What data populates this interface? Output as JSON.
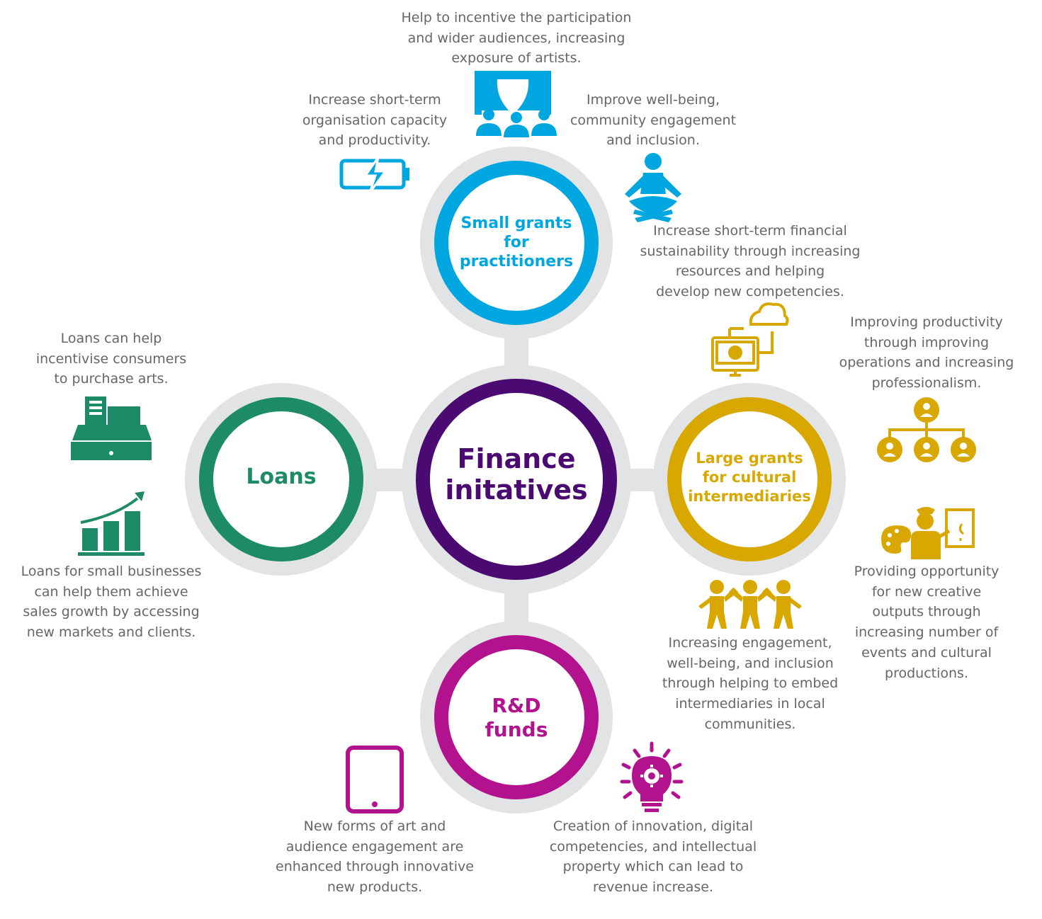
{
  "center": {
    "label": "Finance\ninitatives",
    "color": "#4a0a72"
  },
  "nodes": {
    "small_grants": {
      "label": "Small grants\nfor\npractitioners",
      "color": "#00a6e0"
    },
    "large_grants": {
      "label": "Large grants\nfor cultural\nintermediaries",
      "color": "#d9a800"
    },
    "loans": {
      "label": "Loans",
      "color": "#1d8a68"
    },
    "rd_funds": {
      "label": "R&D\nfunds",
      "color": "#b3128e"
    }
  },
  "connector_color": "#e2e3e5",
  "text_color": "#666666",
  "outcomes": {
    "participation": "Help to incentive the participation\nand wider audiences, increasing\nexposure of artists.",
    "capacity": "Increase short-term\norganisation capacity\nand productivity.",
    "wellbeing": "Improve well-being,\ncommunity engagement\nand inclusion.",
    "financial_sustainability": "Increase short-term financial\nsustainability through increasing\nresources and helping\ndevelop new competencies.",
    "productivity": "Improving productivity\nthrough improving\noperations and increasing\nprofessionalism.",
    "creative_outputs": "Providing opportunity\nfor new creative\noutputs through\nincreasing number of\nevents and cultural\nproductions.",
    "engagement": "Increasing engagement,\nwell-being, and inclusion\nthrough helping to embed\nintermediaries in local\ncommunities.",
    "consumers": "Loans can help\nincentivise consumers\nto purchase arts.",
    "sales_growth": "Loans for small businesses\ncan help them achieve\nsales growth by accessing\nnew markets and clients.",
    "new_forms": "New forms of art and\naudience engagement are\nenhanced through innovative\nnew products.",
    "innovation": "Creation of innovation, digital\ncompetencies, and intellectual\nproperty which can lead to\nrevenue increase."
  },
  "icons": {
    "participation": "theatre-audience-icon",
    "capacity": "battery-charging-icon",
    "wellbeing": "meditation-icon",
    "financial_sustainability": "cloud-upload-computer-icon",
    "productivity": "org-chart-icon",
    "creative_outputs": "painter-icon",
    "engagement": "people-holding-hands-icon",
    "consumers": "cash-register-icon",
    "sales_growth": "growth-chart-icon",
    "new_forms": "tablet-icon",
    "innovation": "idea-bulb-gear-icon"
  }
}
